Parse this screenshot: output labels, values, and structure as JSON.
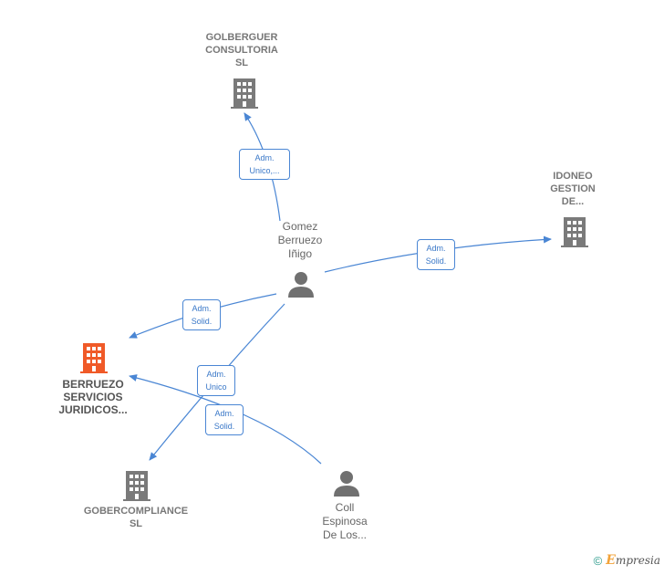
{
  "nodes": {
    "golberguer": {
      "lines": [
        "GOLBERGUER",
        "CONSULTORIA",
        "SL"
      ]
    },
    "idoneo": {
      "lines": [
        "IDONEO",
        "GESTION",
        "DE..."
      ]
    },
    "berruezo": {
      "lines": [
        "BERRUEZO",
        "SERVICIOS",
        "JURIDICOS..."
      ]
    },
    "gobercompliance": {
      "lines": [
        "GOBERCOMPLIANCE",
        "SL"
      ]
    },
    "gomez": {
      "lines": [
        "Gomez",
        "Berruezo",
        "Iñigo"
      ]
    },
    "coll": {
      "lines": [
        "Coll",
        "Espinosa",
        "De Los..."
      ]
    }
  },
  "edges": {
    "gomez_golberguer": [
      "Adm.",
      "Unico,..."
    ],
    "gomez_idoneo": [
      "Adm.",
      "Solid."
    ],
    "gomez_berruezo": [
      "Adm.",
      "Solid."
    ],
    "gomez_gobercompliance": [
      "Adm.",
      "Unico"
    ],
    "coll_berruezo": [
      "Adm.",
      "Solid."
    ]
  },
  "colors": {
    "edge": "#4a86d4",
    "company_icon": "#7a7a7a",
    "highlight_icon": "#f05a28",
    "person_icon": "#707070"
  },
  "footer": {
    "copyright": "©",
    "brand_initial": "E",
    "brand_rest": "mpresia"
  }
}
